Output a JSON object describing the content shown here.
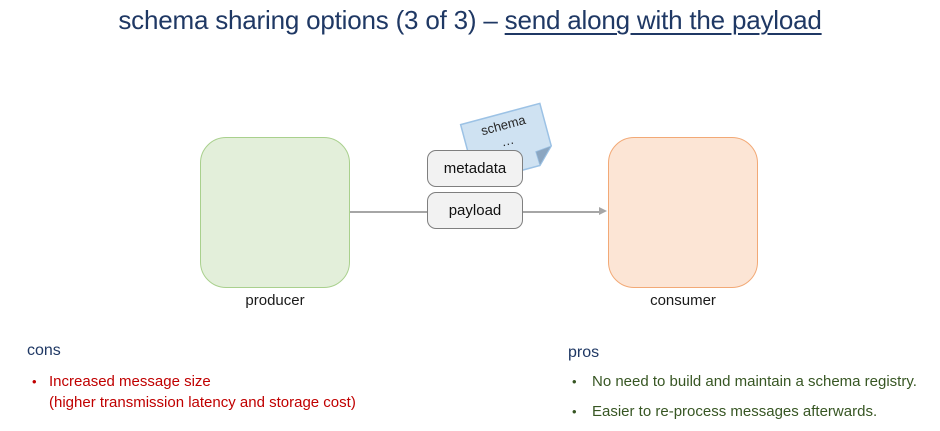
{
  "title": {
    "prefix": "schema sharing options (3 of 3) – ",
    "underlined": "send along with the payload"
  },
  "diagram": {
    "producer_label": "producer",
    "consumer_label": "consumer",
    "metadata_label": "metadata",
    "payload_label": "payload",
    "note": {
      "line1": "schema",
      "line2": "…"
    }
  },
  "cons": {
    "heading": "cons",
    "bullet_char": "•",
    "items": [
      {
        "lines": [
          "Increased message size",
          "(higher transmission latency and storage cost)"
        ]
      }
    ]
  },
  "pros": {
    "heading": "pros",
    "bullet_char": "•",
    "items": [
      "No need to build and maintain a schema registry.",
      "Easier to re-process messages afterwards."
    ]
  },
  "colors": {
    "title_navy": "#1f3864",
    "producer_fill": "#e3efda",
    "producer_border": "#a9d08d",
    "consumer_fill": "#fce5d5",
    "consumer_border": "#f2a976",
    "note_fill": "#cfe2f2",
    "note_border": "#9cc2e5",
    "note_fold": "#8ba6c1",
    "box_fill": "#f2f2f2",
    "box_border": "#7f7f7f",
    "connector_gray": "#a6a6a6",
    "cons_red": "#c00000",
    "pros_green": "#375623"
  }
}
